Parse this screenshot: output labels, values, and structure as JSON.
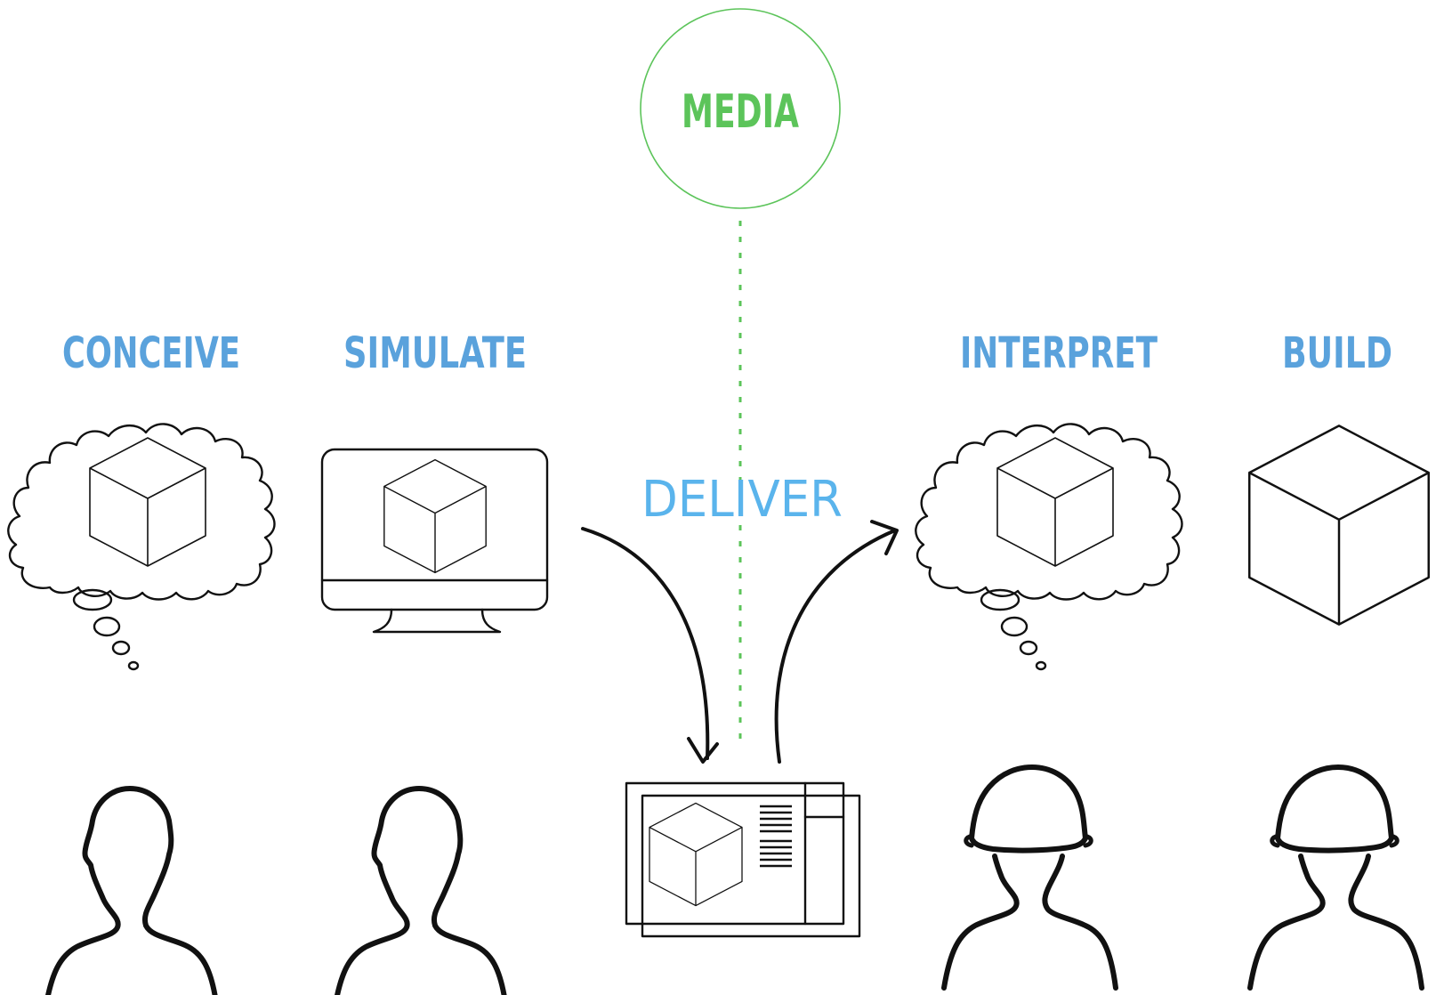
{
  "diagram": {
    "media": {
      "label": "MEDIA"
    },
    "deliver": {
      "label": "DELIVER"
    },
    "stages": [
      {
        "label": "CONCEIVE"
      },
      {
        "label": "SIMULATE"
      },
      {
        "label": "INTERPRET"
      },
      {
        "label": "BUILD"
      }
    ]
  },
  "colors": {
    "stage_blue": "#5aa2dc",
    "deliver_blue": "#5ab4ec",
    "media_green": "#5cc45a",
    "line_black": "#111111"
  }
}
